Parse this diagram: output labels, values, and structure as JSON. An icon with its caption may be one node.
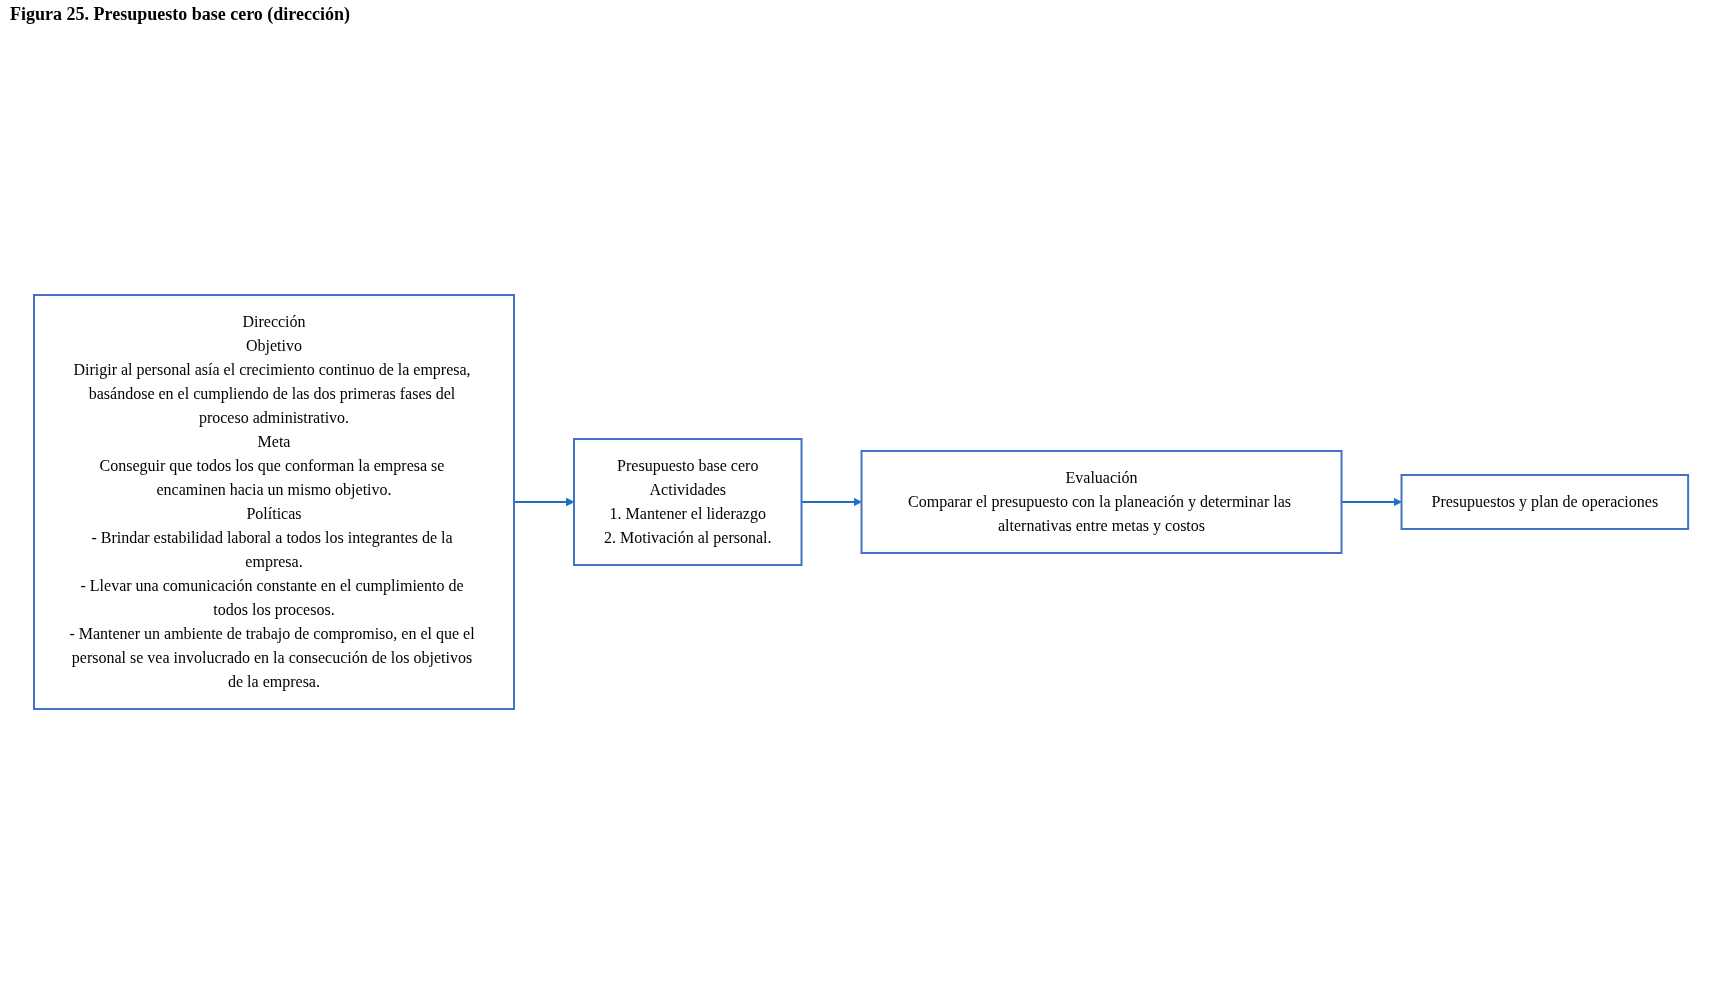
{
  "diagram": {
    "title": "Figura 25. Presupuesto base cero (dirección)",
    "nodes": [
      {
        "text": [
          "Dirección",
          "Objetivo",
          "Dirigir al personal asía el crecimiento continuo de la empresa, basándose en el cumpliendo de las dos primeras fases del proceso administrativo.",
          "Meta",
          "Conseguir que todos los que conforman la empresa se encaminen hacia un mismo objetivo.",
          "Políticas",
          "- Brindar estabilidad laboral a todos los integrantes de la empresa.",
          "- Llevar una comunicación constante en el cumplimiento de todos los procesos.",
          "- Mantener un ambiente de trabajo de compromiso, en el que el personal se vea involucrado en la consecución de los objetivos de la empresa."
        ]
      },
      {
        "text": [
          "Presupuesto base cero",
          "Actividades",
          "1. Mantener el liderazgo",
          "2. Motivación al personal."
        ]
      },
      {
        "text": [
          "Evaluación",
          "Comparar el presupuesto con la planeación y determinar las alternativas entre metas y costos"
        ]
      },
      {
        "text": [
          "Presupuestos y plan de operaciones"
        ]
      }
    ],
    "edges": [
      {
        "from": 0,
        "to": 1,
        "arrow": "to"
      },
      {
        "from": 1,
        "to": 2,
        "arrow": "to"
      },
      {
        "from": 2,
        "to": 3,
        "arrow": "to"
      }
    ]
  }
}
